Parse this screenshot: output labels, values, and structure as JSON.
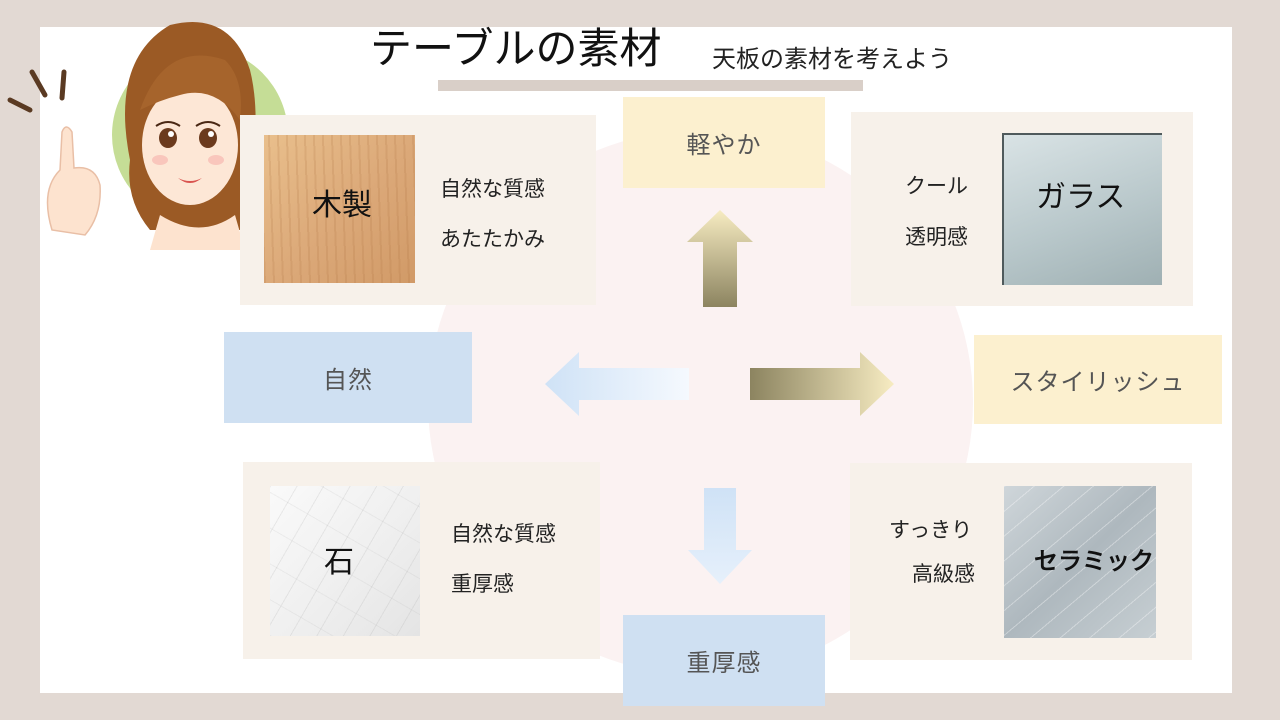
{
  "header": {
    "title": "テーブルの素材",
    "subtitle": "天板の素材を考えよう"
  },
  "axes": {
    "top": "軽やか",
    "bottom": "重厚感",
    "left": "自然",
    "right": "スタイリッシュ"
  },
  "materials": {
    "wood": {
      "label": "木製",
      "desc1": "自然な質感",
      "desc2": "あたたかみ"
    },
    "glass": {
      "label": "ガラス",
      "desc1": "クール",
      "desc2": "透明感"
    },
    "stone": {
      "label": "石",
      "desc1": "自然な質感",
      "desc2": "重厚感"
    },
    "ceramic": {
      "label": "セラミック",
      "desc1": "すっきり",
      "desc2": "高級感"
    }
  },
  "colors": {
    "background": "#e2d9d3",
    "panel": "#f7f1ea",
    "axis_yellow": "#fcf0cf",
    "axis_blue": "#cfe0f2",
    "circle": "#fbf2f2"
  }
}
